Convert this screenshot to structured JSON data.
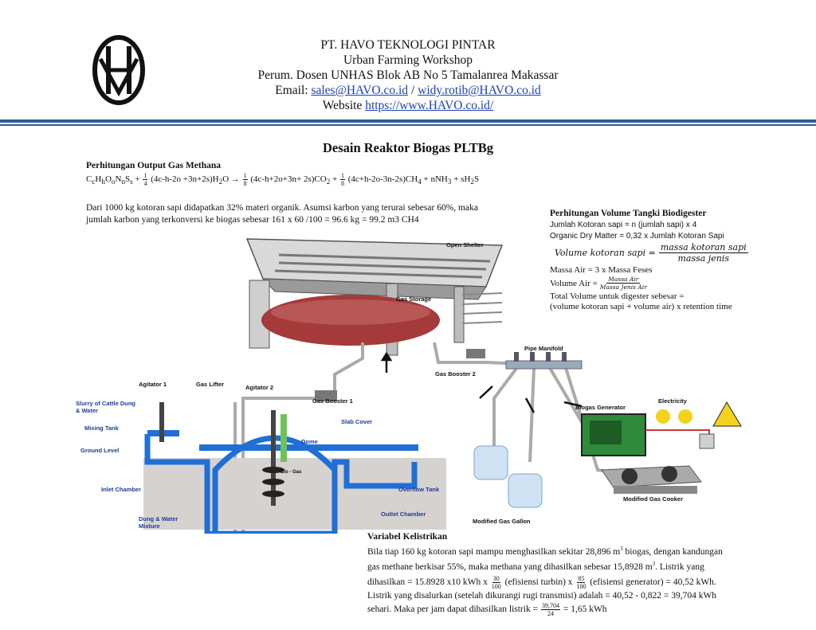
{
  "header": {
    "company": "PT.  HAVO TEKNOLOGI PINTAR",
    "workshop": "Urban Farming Workshop",
    "address": "Perum. Dosen UNHAS Blok AB No 5 Tamalanrea Makassar",
    "email_label": "Email: ",
    "email_1": "sales@HAVO.co.id",
    "email_sep": " / ",
    "email_2": "widy.rotib@HAVO.co.id",
    "website_label": "Website ",
    "website_url": "https://www.HAVO.co.id/"
  },
  "doc_title": "Desain Reaktor Biogas PLTBg",
  "methane": {
    "heading": "Perhitungan Output Gas Methana",
    "paragraph_1": "Dari 1000 kg kotoran sapi didapatkan 32% materi organik. Asumsi karbon yang terurai sebesar 60%, maka",
    "paragraph_2": "jumlah karbon yang terkonversi ke biogas sebesar 161 x 60 /100 = 96.6 kg = 99.2 m3 CH4"
  },
  "volume": {
    "heading": "Perhitungan Volume Tangki Biodigester",
    "line_1": "Jumlah Kotoran sapi = n (jumlah sapi) x 4",
    "line_2": "Organic Dry Matter = 0,32 x Jumlah Kotoran Sapi",
    "vol_lhs": "Volume kotoran sapi =",
    "vol_num": "massa kotoran sapi",
    "vol_den": "massa jenis",
    "line_4": "Massa Air = 3 x  Massa Feses",
    "air_lhs": "Volume Air =",
    "air_num": "Massa Air",
    "air_den": "Massa Jenis Air",
    "line_6": "Total Volume untuk digester sebesar =",
    "line_7": "(volume kotoran sapi + volume air) x retention time"
  },
  "diagram_labels": {
    "open_shelter": "Open Shelter",
    "gas_storage": "Gas Storage",
    "pipe_manifold": "Pipe Manifold",
    "gas_booster_1": "Gas Booster 1",
    "gas_booster_2": "Gas Booster 2",
    "agitator_1": "Agitator 1",
    "gas_lifter": "Gas Lifter",
    "agitator_2": "Agitator 2",
    "slurry": "Slurry of Cattle Dung & Water",
    "mixing_tank": "Mixing Tank",
    "ground_level": "Ground Level",
    "slab_cover": "Slab Cover",
    "dome": "Dome",
    "bio_gas": "Bio - Gas",
    "inlet_chamber": "Inlet Chamber",
    "overflow_tank": "Overflow Tank",
    "outlet_chamber": "Outlet Chamber",
    "dung_water": "Dung & Water Mixture",
    "biogas_generator": "Biogas Generator",
    "electricity": "Electricity",
    "modified_gas_cooker": "Modified Gas Cooker",
    "modified_gas_gallon": "Modified Gas Gallon"
  },
  "electrical": {
    "heading": "Variabel Kelistrikan",
    "p1a": "Bila tiap 160 kg kotoran sapi mampu menghasilkan sekitar 28,896 m",
    "p1b": " biogas, dengan kandungan",
    "p2": "gas methane berkisar 55%, maka methana yang dihasilkan sebesar 15,8928 m",
    "p2b": ". Listrik yang",
    "p3a": "dihasilkan = 15.8928 x10 kWh x",
    "f1n": "30",
    "f1d": "100",
    "p3b": "(efisiensi turbin) x",
    "f2n": "85",
    "f2d": "100",
    "p3c": "(efisiensi generator) = 40,52 kWh.",
    "p4": "Listrik yang disalurkan (setelah dikurangi rugi transmisi) adalah = 40,52 - 0,822 = 39,704 kWh",
    "p5a": "sehari. Maka per jam dapat dihasilkan listrik =",
    "f3n": "39,704",
    "f3d": "24",
    "p5b": "= 1,65 kWh"
  }
}
